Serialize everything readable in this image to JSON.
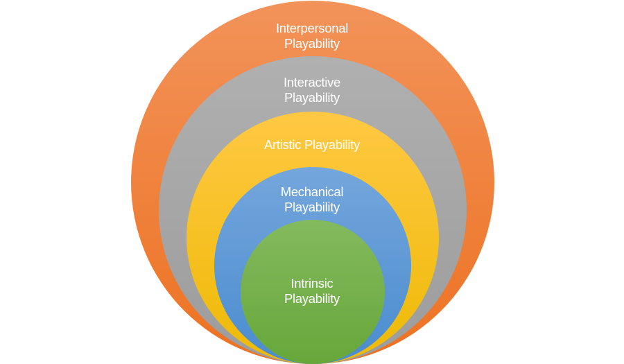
{
  "layers": [
    {
      "label_line1": "Interpersonal",
      "label_line2": "Playability",
      "color_top": "#F2935A",
      "color_bottom": "#ED7222"
    },
    {
      "label_line1": "Interactive",
      "label_line2": "Playability",
      "color_top": "#B0B0B0",
      "color_bottom": "#9C9C9C"
    },
    {
      "label_line1": "Artistic Playability",
      "label_line2": "",
      "color_top": "#FFC843",
      "color_bottom": "#EEBA05"
    },
    {
      "label_line1": "Mechanical",
      "label_line2": "Playability",
      "color_top": "#74A6DC",
      "color_bottom": "#4A8CCF"
    },
    {
      "label_line1": "Intrinsic",
      "label_line2": "Playability",
      "color_top": "#84BA5E",
      "color_bottom": "#67A73A"
    }
  ]
}
